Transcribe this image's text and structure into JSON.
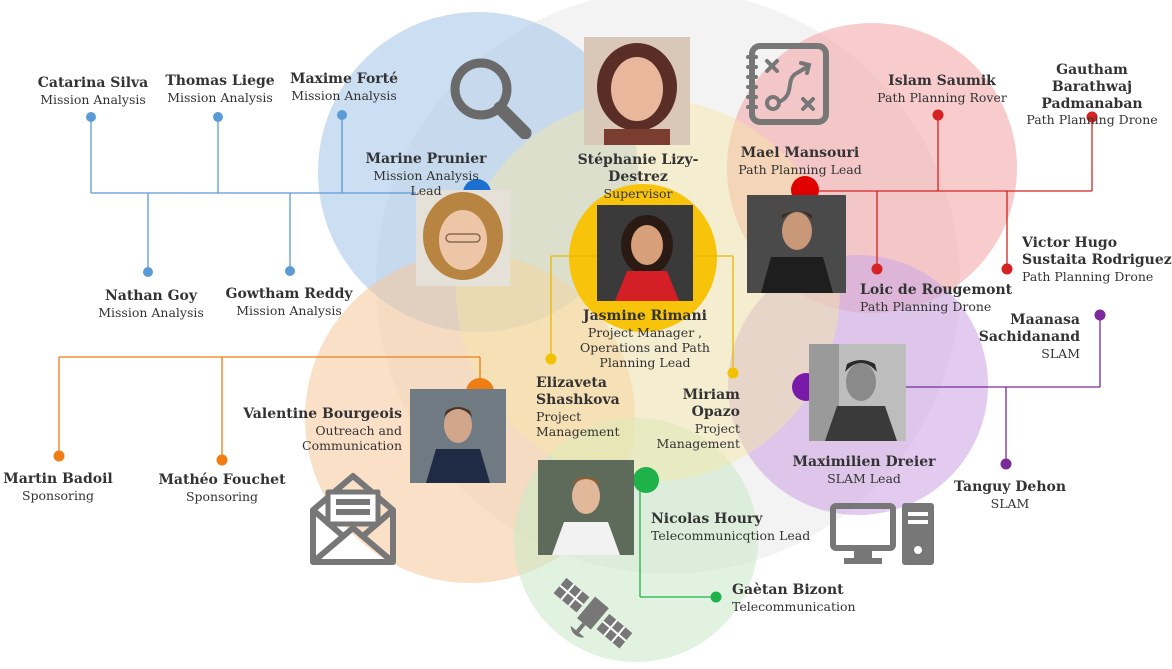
{
  "colors": {
    "mission_analysis": "#5b9bd5",
    "path_planning": "#d62222",
    "slam": "#7a2a9a",
    "outreach": "#f07c14",
    "telecom": "#1fb14a",
    "management": "#f2c200",
    "connector_gray": "#666666"
  },
  "icons": [
    "search-icon",
    "strategy-board-icon",
    "envelope-icon",
    "computer-icon",
    "satellite-icon"
  ],
  "people": {
    "catarina": {
      "name": "Catarina Silva",
      "role": "Mission Analysis"
    },
    "thomas": {
      "name": "Thomas Liege",
      "role": "Mission Analysis"
    },
    "maxime": {
      "name": "Maxime Forté",
      "role": "Mission Analysis"
    },
    "marine": {
      "name": "Marine Prunier",
      "role": "Mission Analysis Lead"
    },
    "nathan": {
      "name": "Nathan Goy",
      "role": "Mission Analysis"
    },
    "gowtham": {
      "name": "Gowtham Reddy",
      "role": "Mission Analysis"
    },
    "stephanie": {
      "name": "Stéphanie Lizy-Destrez",
      "role": "Supervisor"
    },
    "jasmine": {
      "name": "Jasmine Rimani",
      "role1": "Project Manager ,",
      "role2": "Operations and Path",
      "role3": "Planning Lead"
    },
    "mael": {
      "name": "Mael Mansouri",
      "role": "Path Planning Lead"
    },
    "islam": {
      "name": "Islam Saumik",
      "role": "Path Planning Rover"
    },
    "gautham": {
      "name1": "Gautham Barathwaj",
      "name2": "Padmanaban",
      "role": "Path Planning Drone"
    },
    "loic": {
      "name": "Loic de Rougemont",
      "role": "Path Planning Drone"
    },
    "victor": {
      "name1": "Victor Hugo",
      "name2": "Sustaita Rodriguez",
      "role": "Path Planning Drone"
    },
    "maanasa": {
      "name1": "Maanasa",
      "name2": "Sachidanand",
      "role": "SLAM"
    },
    "elizaveta": {
      "name1": "Elizaveta",
      "name2": "Shashkova",
      "role1": "Project",
      "role2": "Management"
    },
    "miriam": {
      "name": "Miriam Opazo",
      "role1": "Project",
      "role2": "Management"
    },
    "valentine": {
      "name": "Valentine Bourgeois",
      "role1": "Outreach and",
      "role2": "Communication"
    },
    "maximilien": {
      "name": "Maximilien Dreier",
      "role": "SLAM Lead"
    },
    "martin": {
      "name": "Martin Badoil",
      "role": "Sponsoring"
    },
    "matheo": {
      "name": "Mathéo Fouchet",
      "role": "Sponsoring"
    },
    "tanguy": {
      "name": "Tanguy Dehon",
      "role": "SLAM"
    },
    "nicolas": {
      "name": "Nicolas Houry",
      "role": "Telecommunicqtion Lead"
    },
    "gaetan": {
      "name": "Gaètan Bizont",
      "role": "Telecommunication"
    }
  }
}
